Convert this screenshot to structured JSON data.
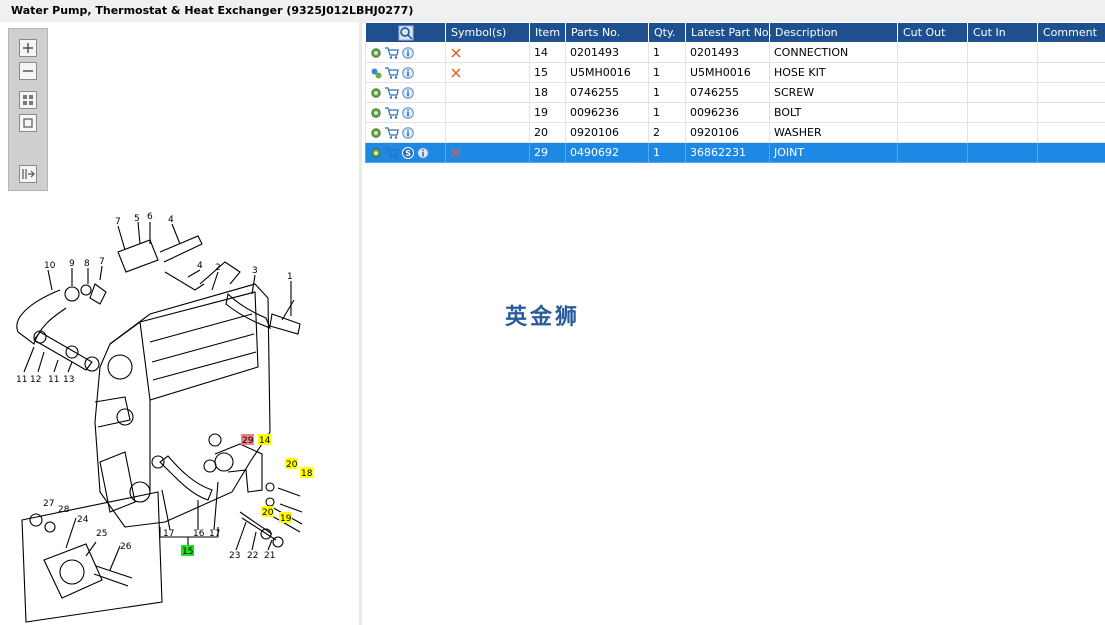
{
  "window": {
    "title": "Water Pump, Thermostat & Heat Exchanger (9325J012LBHJ0277)"
  },
  "toolbar": {
    "buttons": [
      "zoom-in",
      "zoom-out",
      "fit-all",
      "actual-size",
      "export"
    ]
  },
  "watermark": "英金狮",
  "table": {
    "columns": [
      "",
      "Symbol(s)",
      "Item",
      "Parts No.",
      "Qty.",
      "Latest Part No.",
      "Description",
      "Cut Out",
      "Cut In",
      "Comment"
    ],
    "rows": [
      {
        "item": "14",
        "part": "0201493",
        "qty": "1",
        "latest": "0201493",
        "desc": "CONNECTION",
        "cut_out": "",
        "cut_in": "",
        "comment": "",
        "symbol": "x",
        "gear": "single"
      },
      {
        "item": "15",
        "part": "U5MH0016",
        "qty": "1",
        "latest": "U5MH0016",
        "desc": "HOSE KIT",
        "cut_out": "",
        "cut_in": "",
        "comment": "",
        "symbol": "x",
        "gear": "multi"
      },
      {
        "item": "18",
        "part": "0746255",
        "qty": "1",
        "latest": "0746255",
        "desc": "SCREW",
        "cut_out": "",
        "cut_in": "",
        "comment": "",
        "symbol": "",
        "gear": "single"
      },
      {
        "item": "19",
        "part": "0096236",
        "qty": "1",
        "latest": "0096236",
        "desc": "BOLT",
        "cut_out": "",
        "cut_in": "",
        "comment": "",
        "symbol": "",
        "gear": "single"
      },
      {
        "item": "20",
        "part": "0920106",
        "qty": "2",
        "latest": "0920106",
        "desc": "WASHER",
        "cut_out": "",
        "cut_in": "",
        "comment": "",
        "symbol": "",
        "gear": "single"
      },
      {
        "item": "29",
        "part": "0490692",
        "qty": "1",
        "latest": "36862231",
        "desc": "JOINT",
        "cut_out": "",
        "cut_in": "",
        "comment": "",
        "symbol": "x",
        "gear": "single",
        "selected": true,
        "has_s": true
      }
    ]
  },
  "diagram": {
    "labels": [
      "1",
      "2",
      "3",
      "4",
      "4",
      "5",
      "6",
      "7",
      "7",
      "8",
      "9",
      "10",
      "11",
      "11",
      "12",
      "13",
      "16",
      "17",
      "17",
      "21",
      "22",
      "23",
      "24",
      "25",
      "26",
      "27",
      "28"
    ],
    "callouts": [
      {
        "text": "29",
        "color": "#f08080"
      },
      {
        "text": "14",
        "color": "#ffff00"
      },
      {
        "text": "20",
        "color": "#ffff00"
      },
      {
        "text": "18",
        "color": "#ffff00"
      },
      {
        "text": "20",
        "color": "#ffff00"
      },
      {
        "text": "19",
        "color": "#ffff00"
      },
      {
        "text": "15",
        "color": "#22dd22"
      }
    ]
  }
}
